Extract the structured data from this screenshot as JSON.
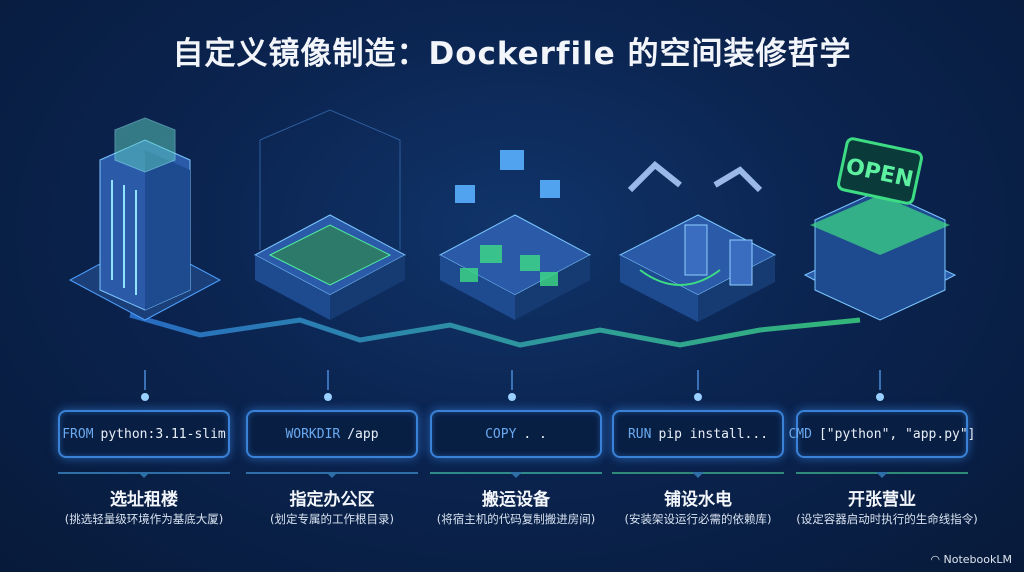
{
  "title": "自定义镜像制造：Dockerfile 的空间装修哲学",
  "steps": [
    {
      "keyword": "FROM",
      "arg": "python:3.11-slim",
      "label": "选址租楼",
      "desc": "(挑选轻量级环境作为基底大厦)"
    },
    {
      "keyword": "WORKDIR",
      "arg": "/app",
      "label": "指定办公区",
      "desc": "(划定专属的工作根目录)"
    },
    {
      "keyword": "COPY",
      "arg": ". .",
      "label": "搬运设备",
      "desc": "(将宿主机的代码复制搬进房间)"
    },
    {
      "keyword": "RUN",
      "arg": "pip install...",
      "label": "铺设水电",
      "desc": "(安装架设运行必需的依赖库)"
    },
    {
      "keyword": "CMD",
      "arg": "[\"python\", \"app.py\"]",
      "label": "开张营业",
      "desc": "(设定容器启动时执行的生命线指令)"
    }
  ],
  "sign_text": "OPEN",
  "watermark": "NotebookLM",
  "colors": {
    "accent_blue": "#3a82d8",
    "accent_green": "#3ddc84",
    "bg": "#0b2450"
  }
}
